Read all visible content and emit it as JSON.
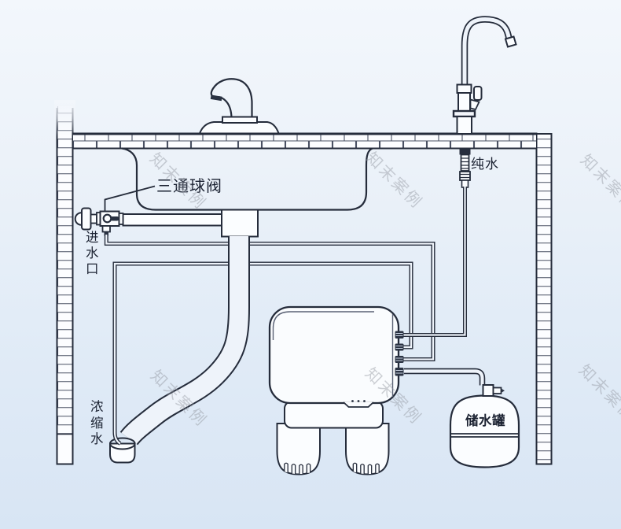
{
  "diagram": {
    "labels": {
      "three_way_ball_valve": "三通球阀",
      "water_inlet": "进水口",
      "pure_water": "纯水",
      "concentrated_water": "浓缩水",
      "storage_tank": "储水罐"
    },
    "watermark": "知末案例",
    "colors": {
      "line": "#252c3b",
      "background_top": "#f3f7fc",
      "background_bottom": "#d8e5f4",
      "watermark": "rgba(146,150,160,0.45)"
    }
  }
}
